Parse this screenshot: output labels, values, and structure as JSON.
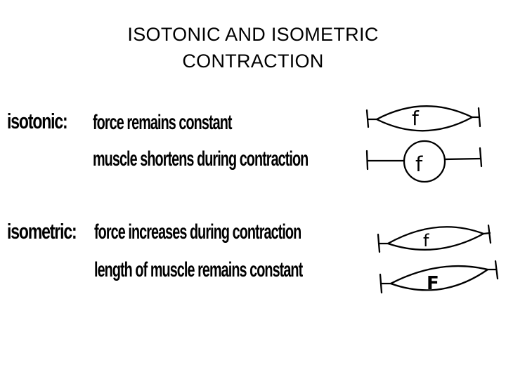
{
  "title": {
    "line1": "ISOTONIC AND ISOMETRIC",
    "line2": "CONTRACTION"
  },
  "isotonic": {
    "term": "isotonic:",
    "line1": "force remains constant",
    "line2": "muscle shortens during contraction",
    "diagram_top_label": "f",
    "diagram_bottom_label": "f"
  },
  "isometric": {
    "term": "isometric:",
    "line1": "force increases during contraction",
    "line2": "length of muscle remains constant",
    "diagram_top_label": "f",
    "diagram_bottom_label": "F"
  }
}
